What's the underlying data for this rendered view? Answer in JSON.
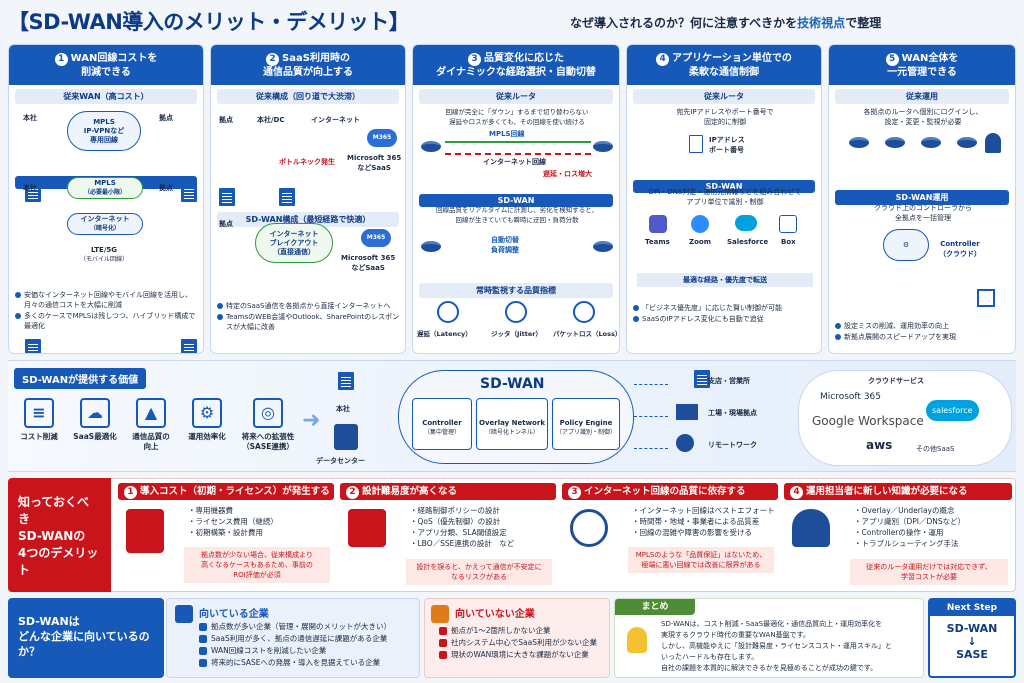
{
  "header": {
    "title": "【SD-WAN導入のメリット・デメリット】",
    "subtitle_pre": "なぜ導入されるのか？何に注意すべきかを",
    "subtitle_hl": "技術視点",
    "subtitle_post": "で整理"
  },
  "merits": [
    {
      "num": "1",
      "title1": "WAN回線コストを",
      "title2": "削減できる",
      "sec1": "従来WAN（高コスト）",
      "honsha": "本社",
      "kyoten": "拠点",
      "mpls": "MPLS\nIP-VPNなど\n専用回線",
      "sec2": "SD-WAN",
      "mpls2": "MPLS",
      "mpls2sub": "（必要最小限）",
      "inet": "インターネット",
      "inetsub": "（暗号化）",
      "lte": "LTE/5G",
      "ltesub": "（モバイル回線）",
      "b1": "安価なインターネット回線やモバイル回線を活用し、月々の通信コストを大幅に削減",
      "b2": "多くのケースでMPLSは残しつつ、ハイブリッド構成で最適化"
    },
    {
      "num": "2",
      "title1": "SaaS利用時の",
      "title2": "通信品質が向上する",
      "sec1": "従来構成（回り道で大渋滞）",
      "kyoten": "拠点",
      "dc": "本社/DC",
      "inet": "インターネット",
      "bottle": "ボトルネック発生",
      "m365": "Microsoft 365\nなどSaaS",
      "sec2": "SD-WAN構成（最短経路で快適）",
      "breakout": "インターネット\nブレイクアウト\n（直接通信）",
      "m365b": "Microsoft 365\nなどSaaS",
      "b1": "特定のSaaS通信を各拠点から直接インターネットへ",
      "b2": "TeamsのWEB会議やOutlook、SharePointのレスポンスが大幅に改善"
    },
    {
      "num": "3",
      "title1": "品質変化に応じた",
      "title2": "ダイナミックな経路選択・自動切替",
      "sec1": "従来ルータ",
      "t1": "回線が完全に「ダウン」するまで切り替わらない\n遅延やロスが多くても、その回線を使い続ける",
      "mpls": "MPLS回線",
      "inet": "インターネット回線",
      "loss": "遅延・ロス増大",
      "sec2": "SD-WAN",
      "t2": "回線品質をリアルタイムに計測し、劣化を検知すると、\n回線が生きていても瞬時に迂回・負荷分散",
      "auto": "自動切替\n負荷調整",
      "sec3": "常時監視する品質指標",
      "m1": "遅延（Latency）",
      "m2": "ジッタ（Jitter）",
      "m3": "パケットロス（Loss）"
    },
    {
      "num": "4",
      "title1": "アプリケーション単位での",
      "title2": "柔軟な通信制御",
      "sec1": "従来ルータ",
      "t1": "宛先IPアドレスやポート番号で\n固定的に制御",
      "ip": "IPアドレス\nポート番号",
      "sec2": "SD-WAN",
      "t2": "DPI・DNS判定・通信元情報などを組み合わせて\nアプリ単位で識別・制御",
      "apps": [
        "Teams",
        "Zoom",
        "Salesforce",
        "Box"
      ],
      "route": "最適な経路・優先度で転送",
      "b1": "「ビジネス優先度」に応じた賢い制御が可能",
      "b2": "SaaSのIPアドレス変化にも自動で追従"
    },
    {
      "num": "5",
      "title1": "WAN全体を",
      "title2": "一元管理できる",
      "sec1": "従来運用",
      "t1": "各拠点のルータへ個別にログインし、\n設定・変更・監視が必要",
      "sec2": "SD-WAN運用",
      "t2": "クラウド上のコントローラから\n全拠点を一括管理",
      "ctrl": "Controller\n（クラウド）",
      "b1": "設定ミスの削減、運用効率の向上",
      "b2": "新拠点展開のスピードアップを実現"
    }
  ],
  "value": {
    "title": "SD-WANが提供する価値",
    "items": [
      "コスト削減",
      "SaaS最適化",
      "通信品質の\n向上",
      "運用効率化",
      "将来への拡張性\n（SASE連携）"
    ],
    "honsha": "本社",
    "dc": "データセンター",
    "cloud": "SD-WAN",
    "c1": "Controller",
    "c1s": "（集中管理）",
    "c2": "Overlay Network",
    "c2s": "（暗号化トンネル）",
    "c3": "Policy Engine",
    "c3s": "（アプリ識別・制御）",
    "r1": "支店・営業所",
    "r2": "工場・現場拠点",
    "r3": "リモートワーク",
    "saas_title": "クラウドサービス",
    "saas": [
      "Microsoft 365",
      "Google Workspace",
      "salesforce",
      "aws",
      "その他SaaS"
    ]
  },
  "demerit": {
    "left": "知っておくべき\nSD-WANの\n4つのデメリット",
    "items": [
      {
        "num": "1",
        "title": "導入コスト（初期・ライセンス）が発生する",
        "list": [
          "・専用機器費",
          "・ライセンス費用（継続）",
          "・初期構築・設計費用"
        ],
        "note": "拠点数が少ない場合、従来構成より\n高くなるケースもあるため、事前の\nROI評価が必須"
      },
      {
        "num": "2",
        "title": "設計難易度が高くなる",
        "list": [
          "・経路制御ポリシーの設計",
          "・QoS（優先制御）の設計",
          "・アプリ分類、SLA閾値設定",
          "・LBO／SSE連携の設計　など"
        ],
        "note": "設計を誤ると、かえって通信が不安定に\nなるリスクがある"
      },
      {
        "num": "3",
        "title": "インターネット回線の品質に依存する",
        "list": [
          "・インターネット回線はベストエフォート",
          "・時間帯・地域・事業者による品質差",
          "・回線の混雑や障害の影響を受ける"
        ],
        "note": "MPLSのような「品質保証」はないため、\n極端に悪い回線では改善に限界がある"
      },
      {
        "num": "4",
        "title": "運用担当者に新しい知識が必要になる",
        "list": [
          "・Overlay／Underlayの概念",
          "・アプリ識別（DPI／DNSなど）",
          "・Controllerの操作・運用",
          "・トラブルシューティング手法"
        ],
        "note": "従来のルータ運用だけでは対応できず、\n学習コストが必要"
      }
    ]
  },
  "bottom": {
    "left": "SD-WANは\nどんな企業に向いているのか？",
    "good_title": "向いている企業",
    "good": [
      "拠点数が多い企業（管理・展開のメリットが大きい）",
      "SaaS利用が多く、拠点の通信遅延に課題がある企業",
      "WAN回線コストを削減したい企業",
      "将来的にSASEへの発展・導入を見据えている企業"
    ],
    "bad_title": "向いていない企業",
    "bad": [
      "拠点が1〜2箇所しかない企業",
      "社内システム中心でSaaS利用が少ない企業",
      "現状のWAN環境に大きな課題がない企業"
    ],
    "sum_title": "まとめ",
    "sum": "SD-WANは、コスト削減・SaaS最適化・通信品質向上・運用効率化を\n実現するクラウド時代の重要なWAN基盤です。\nしかし、高機能ゆえに「設計難易度・ライセンスコスト・運用スキル」と\nいったハードルも存在します。\n自社の課題を本質的に解決できるかを見極めることが成功の鍵です。",
    "next_title": "Next Step",
    "next_a": "SD-WAN",
    "next_arrow": "↓",
    "next_b": "SASE"
  }
}
